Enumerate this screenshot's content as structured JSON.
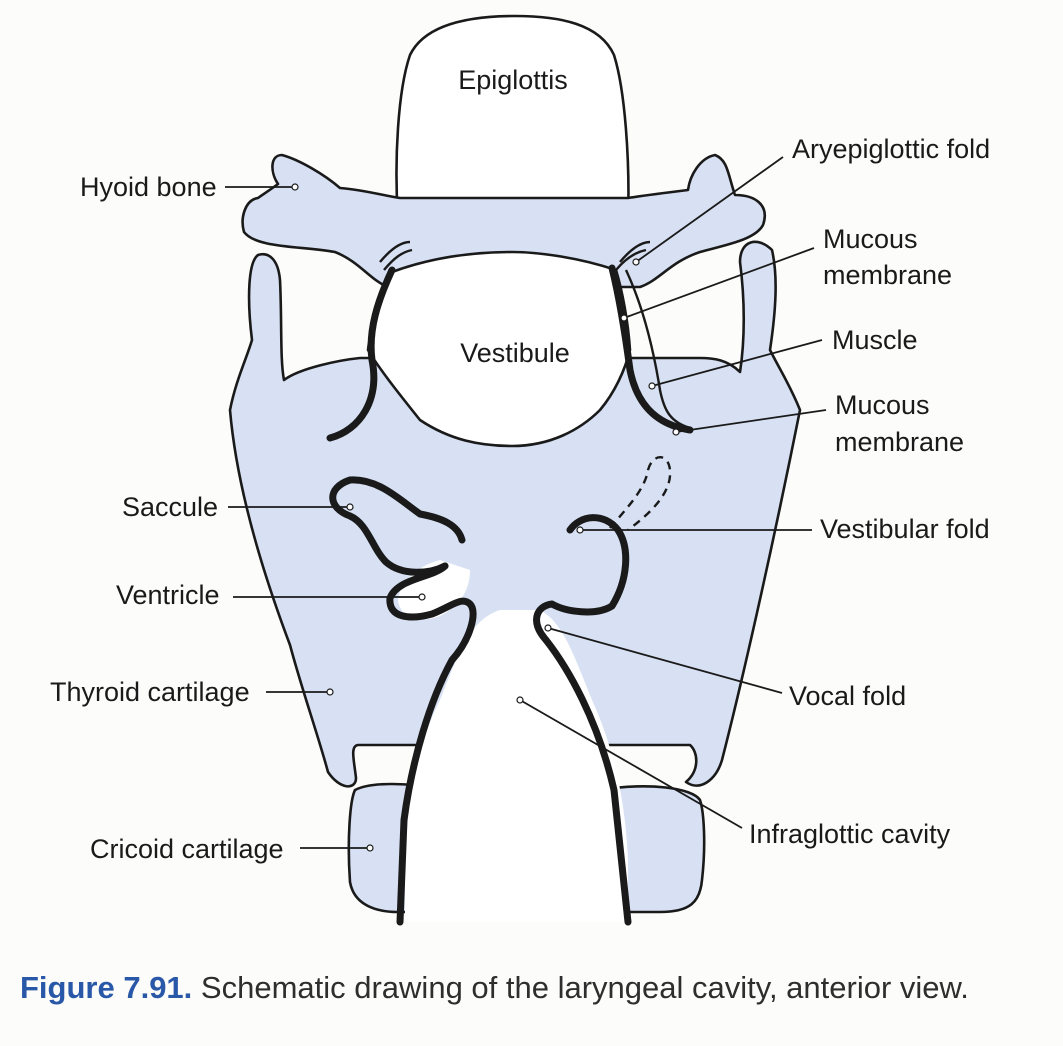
{
  "labels": {
    "epiglottis": "Epiglottis",
    "aryepiglottic_fold": "Aryepiglottic fold",
    "hyoid_bone": "Hyoid bone",
    "mucous_membrane_upper": [
      "Mucous",
      "membrane"
    ],
    "vestibule": "Vestibule",
    "muscle": "Muscle",
    "mucous_membrane_lower": [
      "Mucous",
      "membrane"
    ],
    "saccule": "Saccule",
    "vestibular_fold": "Vestibular fold",
    "ventricle": "Ventricle",
    "thyroid_cartilage": "Thyroid cartilage",
    "vocal_fold": "Vocal fold",
    "infraglottic_cavity": "Infraglottic cavity",
    "cricoid_cartilage": "Cricoid cartilage"
  },
  "caption": {
    "label": "Figure 7.91.",
    "text": " Schematic drawing of the laryngeal cavity, anterior view."
  },
  "colors": {
    "cartilage_fill": "#d7e1f3",
    "outline": "#1a1a1a",
    "caption_label": "#2a58a8",
    "caption_text": "#2e2e2e"
  }
}
